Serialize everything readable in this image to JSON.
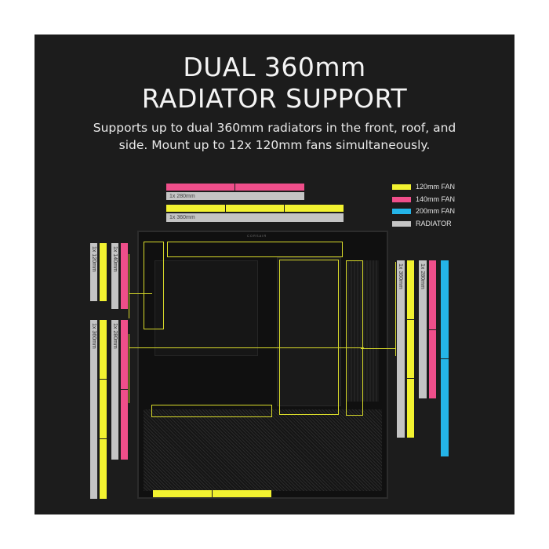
{
  "headline": {
    "line1": "DUAL 360mm",
    "line2": "RADIATOR SUPPORT"
  },
  "subtitle": "Supports up to dual 360mm radiators in the front, roof, and side. Mount up to 12x 120mm fans simultaneously.",
  "legend": [
    {
      "label": "120mm FAN",
      "color": "#f2f230"
    },
    {
      "label": "140mm FAN",
      "color": "#ef4e8a"
    },
    {
      "label": "200mm FAN",
      "color": "#24b4e8"
    },
    {
      "label": "RADIATOR",
      "color": "#c4c4c4"
    }
  ],
  "roof": {
    "label_280": "1x 280mm",
    "label_360": "1x 360mm"
  },
  "side": {
    "label_120": "1x 120mm",
    "label_140": "1x 140mm",
    "label_360": "1x 360mm",
    "label_280": "1x 280mm"
  },
  "front": {
    "label_360": "1x 360mm",
    "label_280": "1x 280mm"
  },
  "case_brand": "CORSAIR"
}
